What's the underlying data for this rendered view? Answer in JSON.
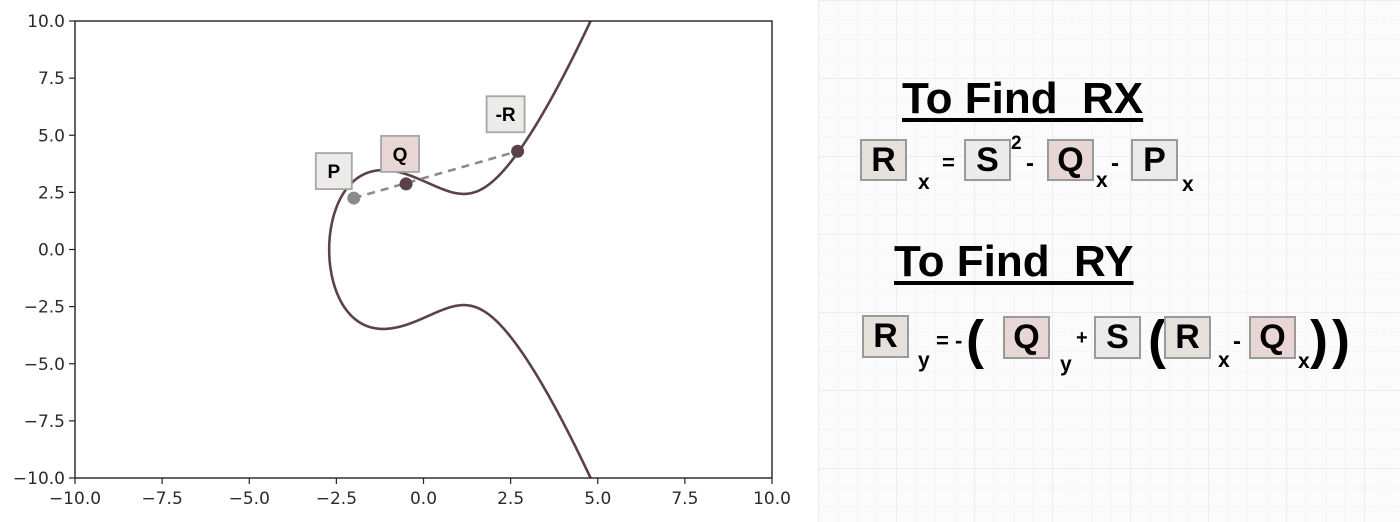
{
  "chart_data": {
    "type": "line",
    "title": "",
    "xlabel": "",
    "ylabel": "",
    "xlim": [
      -10,
      10
    ],
    "ylim": [
      -10,
      10
    ],
    "xticks": [
      "−10.0",
      "−7.5",
      "−5.0",
      "−2.5",
      "0.0",
      "2.5",
      "5.0",
      "7.5",
      "10.0"
    ],
    "yticks": [
      "10.0",
      "7.5",
      "5.0",
      "2.5",
      "0.0",
      "−2.5",
      "−5.0",
      "−7.5",
      "−10.0"
    ],
    "grid": false,
    "curve_equation": "y^2 = x^3 - 4x + 9",
    "colors": {
      "curve": "#5a4248",
      "secant": "#8c8c8a",
      "point_p": "#8a8a86",
      "point_q": "#5a4248",
      "point_r": "#5a4248"
    },
    "points": [
      {
        "label": "P",
        "x": -2.0,
        "y": 2.25
      },
      {
        "label": "Q",
        "x": -0.5,
        "y": 2.87
      },
      {
        "label": "-R",
        "x": 2.7,
        "y": 4.3
      }
    ]
  },
  "formulas": {
    "rx": {
      "heading": "To Find  RX",
      "R": "R",
      "sub_x": "x",
      "eq": "=",
      "S": "S",
      "sq": "2",
      "minus": "-",
      "Q": "Q",
      "P": "P"
    },
    "ry": {
      "heading": "To Find  RY",
      "R": "R",
      "sub_y": "y",
      "eq_minus": "= -",
      "lparen": "(",
      "Q": "Q",
      "plus": "+",
      "S": "S",
      "R2": "R",
      "sub_x": "x",
      "minus": "-",
      "rparen": ")"
    }
  }
}
